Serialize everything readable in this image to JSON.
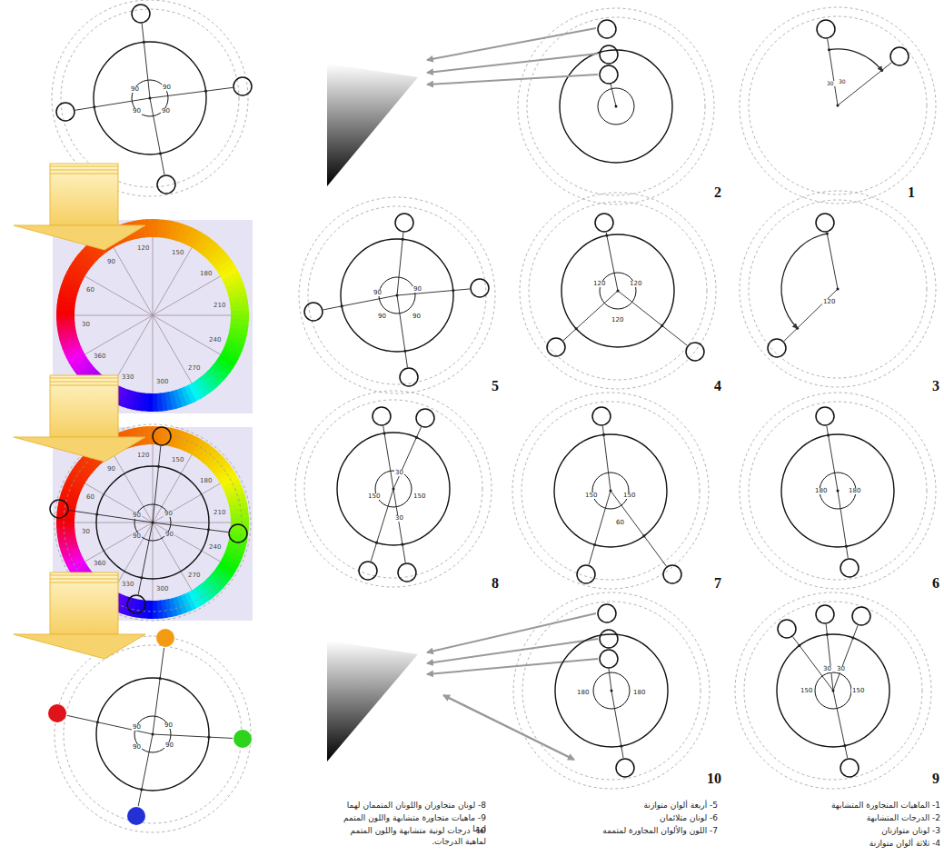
{
  "diagram": {
    "labels": [
      "2",
      "1",
      "5",
      "4",
      "3",
      "8",
      "7",
      "6",
      "10",
      "9",
      "90",
      "90",
      "90",
      "90",
      "30",
      "30",
      "120",
      "120",
      "120",
      "120",
      "90",
      "90",
      "90",
      "90",
      "180",
      "180",
      "150",
      "150",
      "60",
      "30",
      "150",
      "150",
      "30",
      "30",
      "30",
      "150",
      "150",
      "180",
      "180",
      "30",
      "60",
      "90",
      "120",
      "150",
      "180",
      "210",
      "240",
      "270",
      "300",
      "330",
      "360",
      "30",
      "60",
      "90",
      "120",
      "150",
      "180",
      "210",
      "240",
      "270",
      "300",
      "330",
      "360",
      "90",
      "90",
      "90",
      "90",
      "90",
      "90",
      "90",
      "90",
      "1- الماهيات المتجاورة المتشابهة",
      "2- الدرجات المتشابهة",
      "3- لونان متوازنان",
      "4- ثلاثة ألوان متوازنة",
      "5- أربعة ألوان متوازنة",
      "6- لونان متلائمان",
      "7- اللون والألوان المجاورة لمتممه",
      "8- لونان متجاوران واللونان المتممان لهما",
      "9- ماهيات متجاورة متشابهة واللون المتمم لهما",
      "10- درجات لونية متشابهة واللون المتمم لماهية الدرجات."
    ]
  }
}
